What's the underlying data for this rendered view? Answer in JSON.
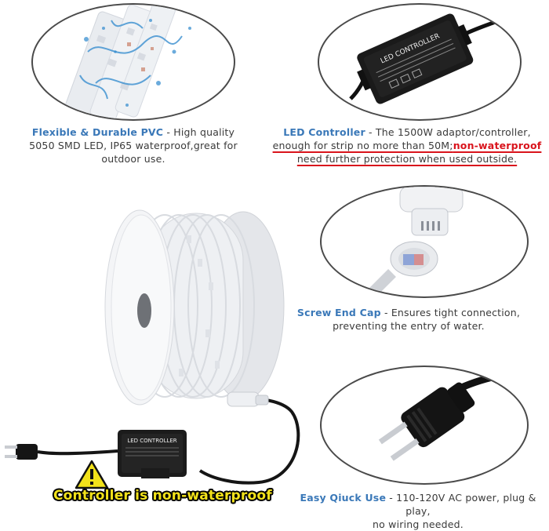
{
  "panels": {
    "pvc": {
      "title": "Flexible & Durable PVC",
      "line1_rest": " - High quality",
      "line2": "5050 SMD LED, IP65 waterproof,great for",
      "line3": "outdoor use."
    },
    "controller": {
      "title": "LED Controller",
      "line1_rest": " - The 1500W adaptor/controller,",
      "line2_pre": "enough for strip no more than 50M;",
      "line2_red": "non-waterproof",
      "line3": "need further protection when used outside.",
      "device_label": "LED CONTROLLER"
    },
    "endcap": {
      "title": "Screw End Cap",
      "line1_rest": " - Ensures tight connection,",
      "line2": "preventing the entry of water."
    },
    "plug": {
      "title": "Easy Qiuck Use",
      "line1_rest": " - 110-120V AC power, plug & play,",
      "line2": "no wiring needed."
    }
  },
  "product": {
    "controller_label": "LED CONTROLLER",
    "warning_text": "Controller is non-waterproof"
  },
  "colors": {
    "accent_blue": "#3a78b8",
    "warning_red": "#d9141c",
    "warning_yellow": "#f2e21a"
  }
}
